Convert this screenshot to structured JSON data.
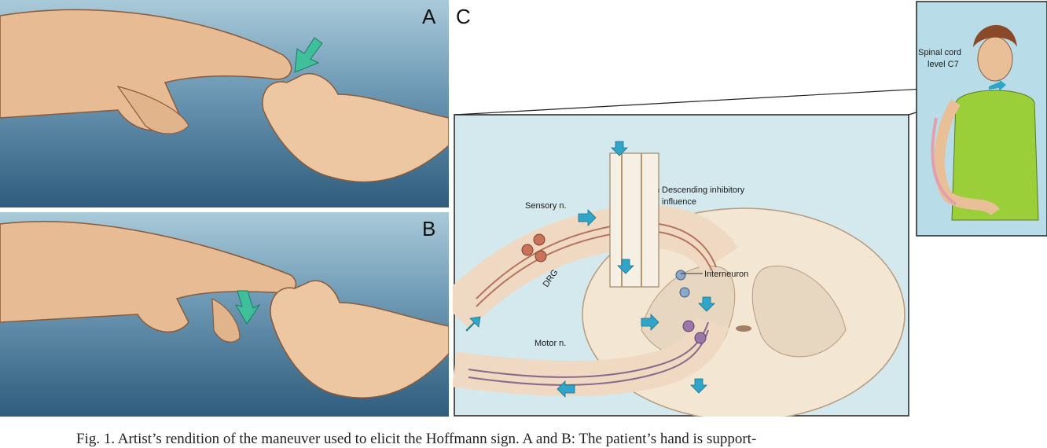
{
  "panels": {
    "a": {
      "letter": "A"
    },
    "b": {
      "letter": "B"
    },
    "c": {
      "letter": "C"
    }
  },
  "labels": {
    "descending": [
      "Descending inhibitory",
      "influence"
    ],
    "sensory": "Sensory n.",
    "drg": "DRG",
    "interneuron": "Interneuron",
    "motor": "Motor n.",
    "spinal": [
      "Spinal cord",
      "level C7"
    ]
  },
  "caption": "Fig. 1. Artist’s rendition of the maneuver used to elicit the Hoffmann sign. A and B: The patient’s hand is support-",
  "colors": {
    "arrow": "#2fa6c9",
    "skin": "#e9bf97",
    "bg_blue": "#3d6d8f",
    "cord": "#f3e6d3",
    "shirt": "#9bcf3a"
  }
}
